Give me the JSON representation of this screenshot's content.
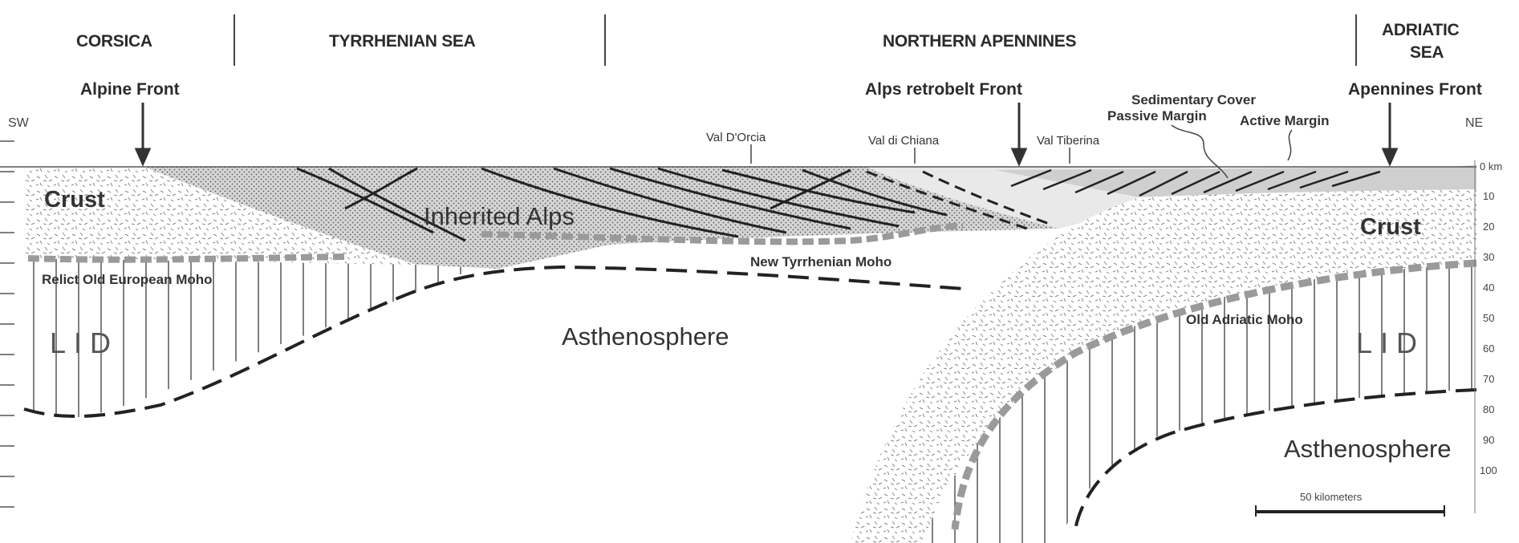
{
  "regions": {
    "corsica": "CORSICA",
    "tyrrhenian": "TYRRHENIAN SEA",
    "apennines": "NORTHERN APENNINES",
    "adriatic_line1": "ADRIATIC",
    "adriatic_line2": "SEA"
  },
  "orientation": {
    "left": "SW",
    "right": "NE"
  },
  "fronts": {
    "alpine": "Alpine Front",
    "alps_retrobelt": "Alps retrobelt Front",
    "apennines": "Apennines Front"
  },
  "margins": {
    "sedimentary_cover": "Sedimentary Cover",
    "passive": "Passive Margin",
    "active": "Active Margin"
  },
  "valleys": [
    "Val D'Orcia",
    "Val di Chiana",
    "Val Tiberina"
  ],
  "units": {
    "crust_left": "Crust",
    "crust_right": "Crust",
    "inherited_alps": "Inherited Alps",
    "asthenosphere_center": "Asthenosphere",
    "asthenosphere_right": "Asthenosphere",
    "lid_left": "LID",
    "lid_right": "LID"
  },
  "moho": {
    "relict_european": "Relict Old European Moho",
    "new_tyrrhenian": "New Tyrrhenian Moho",
    "old_adriatic": "Old Adriatic Moho"
  },
  "depth_axis": {
    "labels": [
      "0 km",
      "10",
      "20",
      "30",
      "40",
      "50",
      "60",
      "70",
      "80",
      "90",
      "100"
    ]
  },
  "scale_bar": {
    "label": "50 kilometers"
  },
  "colors": {
    "ink": "#2b2b2b",
    "stipple_dark": "#d2d2d2",
    "stipple_light": "#f2f2f2",
    "moho_grey": "#9a9a9a",
    "cover": "#c9c9c9"
  }
}
